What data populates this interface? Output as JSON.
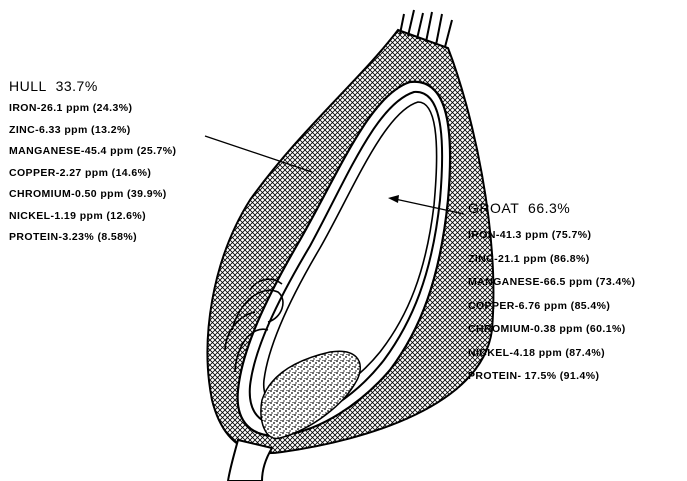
{
  "hull": {
    "title": "HULL",
    "percent": "33.7%",
    "items": [
      {
        "text": "IRON-26.1 ppm (24.3%)"
      },
      {
        "text": "ZINC-6.33 ppm (13.2%)"
      },
      {
        "text": "MANGANESE-45.4 ppm (25.7%)"
      },
      {
        "text": "COPPER-2.27 ppm (14.6%)"
      },
      {
        "text": "CHROMIUM-0.50 ppm (39.9%)"
      },
      {
        "text": "NICKEL-1.19 ppm (12.6%)"
      },
      {
        "text": "PROTEIN-3.23% (8.58%)"
      }
    ]
  },
  "groat": {
    "title": "GROAT",
    "percent": "66.3%",
    "items": [
      {
        "text": "IRON-41.3 ppm (75.7%)"
      },
      {
        "text": "ZINC-21.1 ppm (86.8%)"
      },
      {
        "text": "MANGANESE-66.5 ppm (73.4%)"
      },
      {
        "text": "COPPER-6.76 ppm (85.4%)"
      },
      {
        "text": "CHROMIUM-0.38 ppm (60.1%)"
      },
      {
        "text": "NICKEL-4.18 ppm (87.4%)"
      },
      {
        "text": "PROTEIN- 17.5% (91.4%)"
      }
    ]
  }
}
